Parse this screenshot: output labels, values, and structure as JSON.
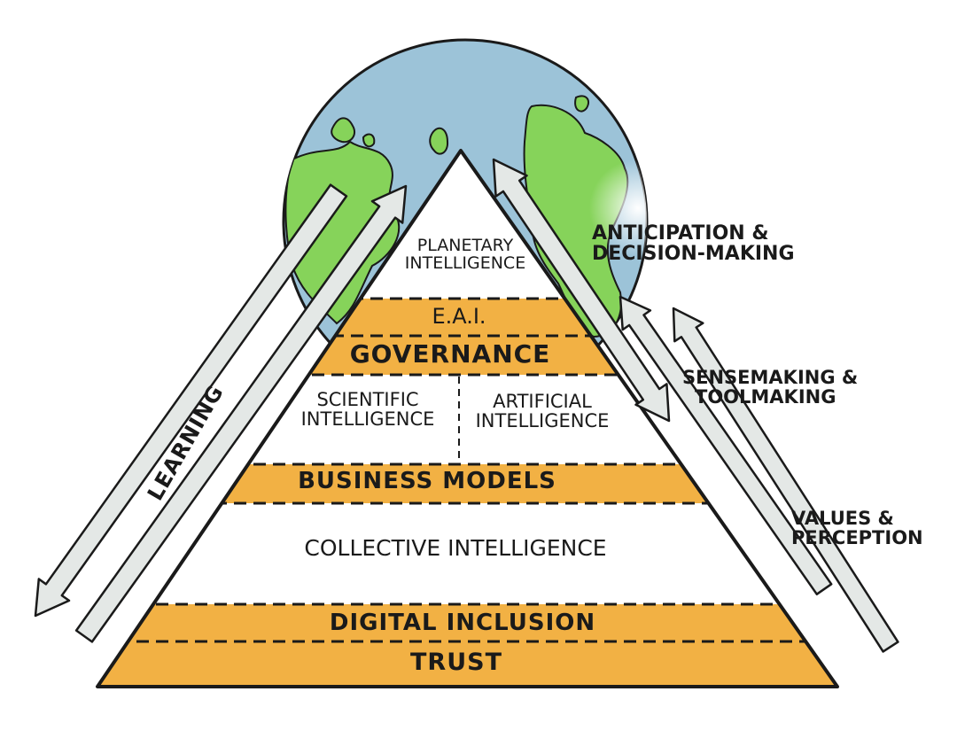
{
  "colors": {
    "ocean": "#9cc3d8",
    "land": "#86d35a",
    "band": "#f2b144",
    "outline": "#1a1a1a",
    "arrow_fill": "#e4e8e6"
  },
  "icons": {
    "globe": "earth-globe-icon",
    "arrows": "bidirectional-arrow-icon"
  },
  "pyramid": {
    "top": {
      "line1": "PLANETARY",
      "line2": "INTELLIGENCE"
    },
    "eai": "E.A.I.",
    "governance": "GOVERNANCE",
    "scientific": {
      "line1": "SCIENTIFIC",
      "line2": "INTELLIGENCE"
    },
    "artificial": {
      "line1": "ARTIFICIAL",
      "line2": "INTELLIGENCE"
    },
    "business_models": "BUSINESS MODELS",
    "collective": "COLLECTIVE INTELLIGENCE",
    "digital_inclusion": "DIGITAL INCLUSION",
    "trust": "TRUST"
  },
  "side_labels": {
    "learning": "LEARNING",
    "anticipation": {
      "line1": "ANTICIPATION &",
      "line2": "DECISION-MAKING"
    },
    "sensemaking": {
      "line1": "SENSEMAKING &",
      "line2": "TOOLMAKING"
    },
    "values": {
      "line1": "VALUES &",
      "line2": "PERCEPTION"
    }
  }
}
